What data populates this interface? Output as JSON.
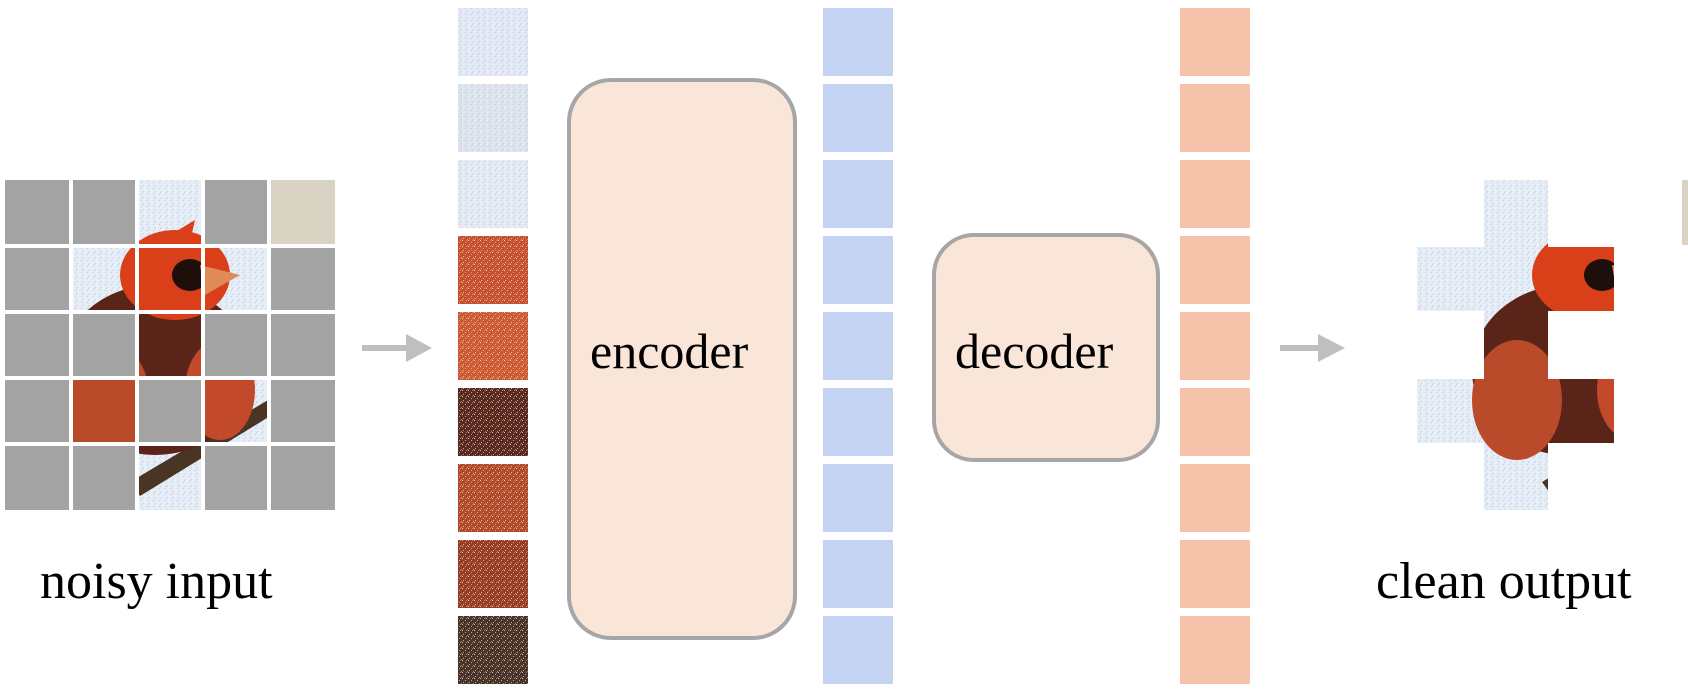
{
  "labels": {
    "input": "noisy input",
    "encoder": "encoder",
    "decoder": "decoder",
    "output": "clean output"
  },
  "colors": {
    "masked_patch": "#a3a3a3",
    "box_fill": "#fae6d9",
    "box_stroke": "#a6a6a6",
    "encoder_token": "#c3d3f1",
    "decoder_token": "#f4c3a9",
    "arrow": "#bfbfbf",
    "sky": "#e4ecf6",
    "bird_red": "#d9401a",
    "bird_dark": "#5a2418",
    "branch": "#4a3424"
  },
  "input_grid": {
    "rows": 5,
    "cols": 5,
    "visible_mask": [
      [
        false,
        false,
        true,
        false,
        true
      ],
      [
        false,
        true,
        true,
        true,
        false
      ],
      [
        false,
        false,
        true,
        false,
        false
      ],
      [
        false,
        true,
        false,
        true,
        false
      ],
      [
        false,
        false,
        true,
        false,
        false
      ]
    ]
  },
  "output_grid": {
    "rows": 5,
    "cols": 5,
    "visible_mask": [
      [
        false,
        true,
        false,
        false,
        true
      ],
      [
        true,
        true,
        true,
        false,
        false
      ],
      [
        false,
        true,
        false,
        false,
        false
      ],
      [
        true,
        true,
        true,
        false,
        false
      ],
      [
        false,
        true,
        false,
        false,
        false
      ]
    ]
  },
  "sequences": {
    "visible_patch_count": 9,
    "encoder_token_count": 9,
    "decoder_token_count": 9
  }
}
